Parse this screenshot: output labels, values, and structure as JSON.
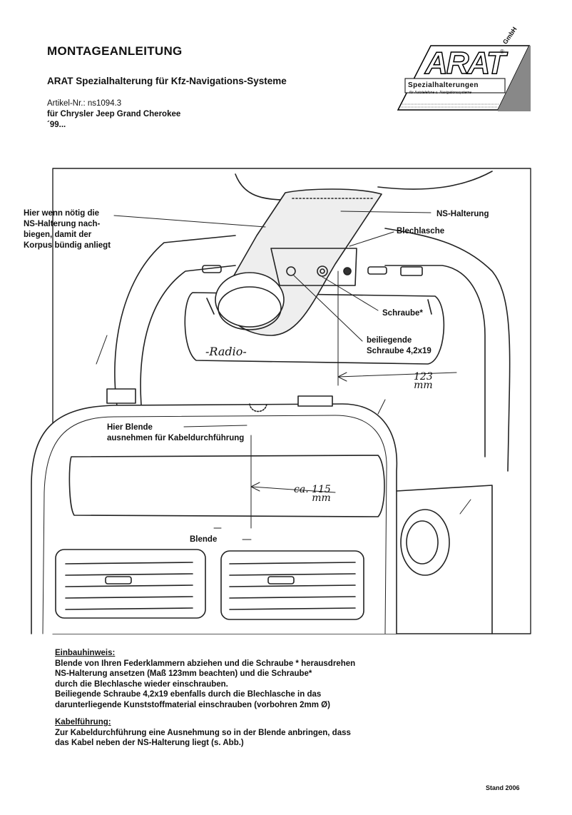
{
  "header": {
    "title": "MONTAGEANLEITUNG",
    "subtitle": "ARAT Spezialhalterung für Kfz-Navigations-Systeme",
    "article_no": "Artikel-Nr.: ns1094.3",
    "vehicle": "für Chrysler Jeep Grand Cherokee",
    "year": "´99..."
  },
  "logo": {
    "word": "ARAT",
    "gmbh": "GmbH",
    "registered": "®",
    "line1": "Spezialhalterungen",
    "line2": "für Autotelefone u.-Navigationssysteme"
  },
  "labels": {
    "bend_note": "Hier wenn nötig die\nNS-Halterung nach-\nbiegen, damit der\nKorpus bündig anliegt",
    "ns_halterung": "NS-Halterung",
    "blechlasche": "Blechlasche",
    "schraube": "Schraube*",
    "beiliegende_schraube": "beiliegende\nSchraube 4,2x19",
    "blende_ausnehmen": "Hier Blende\nausnehmen für Kabeldurchführung",
    "blende": "Blende",
    "radio": "-Radio-",
    "measure_123": "123\nmm",
    "measure_115": "ca. 115\nmm"
  },
  "notes": {
    "einbau_heading": "Einbauhinweis:",
    "einbau_lines": [
      "Blende von Ihren Federklammern abziehen und die Schraube * herausdrehen",
      "NS-Halterung ansetzen  (Maß 123mm beachten) und die Schraube*",
      "durch die Blechlasche wieder einschrauben.",
      "Beiliegende Schraube 4,2x19 ebenfalls durch die Blechlasche in das",
      "darunterliegende Kunststoffmaterial einschrauben (vorbohren 2mm Ø)"
    ],
    "kabel_heading": "Kabelführung:",
    "kabel_lines": [
      "Zur Kabeldurchführung eine Ausnehmung so in der Blende anbringen, dass",
      "das Kabel neben der NS-Halterung liegt (s. Abb.)"
    ]
  },
  "footer": {
    "stand": "Stand 2006"
  }
}
